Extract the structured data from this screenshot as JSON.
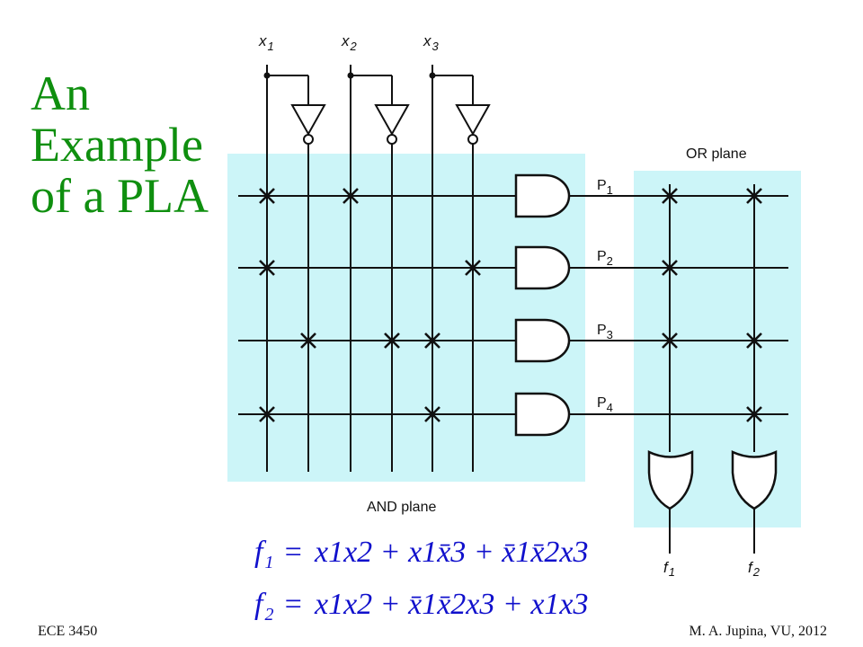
{
  "title": {
    "line1": "An",
    "line2": "Example",
    "line3": "of a PLA"
  },
  "inputs": [
    {
      "name": "x",
      "sub": "1"
    },
    {
      "name": "x",
      "sub": "2"
    },
    {
      "name": "x",
      "sub": "3"
    }
  ],
  "products": [
    {
      "name": "P",
      "sub": "1"
    },
    {
      "name": "P",
      "sub": "2"
    },
    {
      "name": "P",
      "sub": "3"
    },
    {
      "name": "P",
      "sub": "4"
    }
  ],
  "outputs": [
    {
      "name": "f",
      "sub": "1"
    },
    {
      "name": "f",
      "sub": "2"
    }
  ],
  "labels": {
    "or_plane": "OR plane",
    "and_plane": "AND plane"
  },
  "equations": {
    "f1": {
      "lhs": "f",
      "lhs_sub": "1",
      "eq": "=",
      "terms": "x1x2 + x1x̄3 + x̄1x̄2x3"
    },
    "f2": {
      "lhs": "f",
      "lhs_sub": "2",
      "eq": "=",
      "terms": "x1x2 + x̄1x̄2x3 + x1x3"
    }
  },
  "footer": {
    "left": "ECE 3450",
    "right": "M. A. Jupina, VU, 2012"
  },
  "colors": {
    "plane_fill": "#ccf5f8",
    "title": "#0f8f0f",
    "equation": "#1010cc"
  }
}
